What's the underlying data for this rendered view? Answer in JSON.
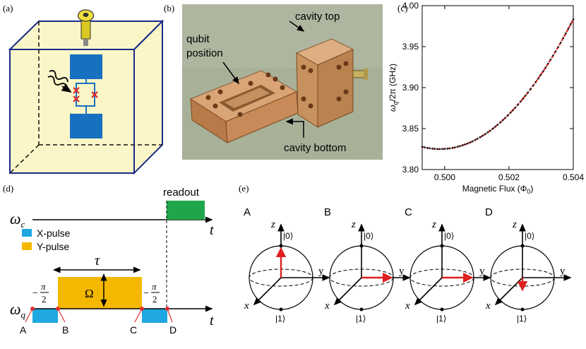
{
  "panels": {
    "a": {
      "label": "(a)"
    },
    "b": {
      "label": "(b)",
      "annotations": {
        "cavity_top": "cavity top",
        "qubit_line1": "qubit",
        "qubit_line2": "position",
        "cavity_bottom": "cavity bottom"
      }
    },
    "c": {
      "label": "(c)"
    },
    "d": {
      "label": "(d)",
      "readout": "readout",
      "omega_c": "ω",
      "omega_c_sub": "c",
      "omega_q": "ω",
      "omega_q_sub": "q",
      "t1": "t",
      "t2": "t",
      "tau": "τ",
      "Omega": "Ω",
      "legend_x": "X-pulse",
      "legend_y": "Y-pulse",
      "pi_left_sign": "−",
      "pi_left_num": "π",
      "pi_left_den": "2",
      "pi_right_sign": "−",
      "pi_right_num": "π",
      "pi_right_den": "2",
      "points": [
        "A",
        "B",
        "C",
        "D"
      ],
      "colors": {
        "x_pulse": "#1ea7e1",
        "y_pulse": "#f5b800",
        "readout": "#1fa64a",
        "marker": "#e03030"
      }
    },
    "e": {
      "label": "(e)",
      "spheres": [
        {
          "label": "A",
          "z": "z",
          "y": "y",
          "x": "x",
          "ket0": "|0⟩",
          "ket1": "|1⟩",
          "state": "up"
        },
        {
          "label": "B",
          "z": "z",
          "y": "y",
          "x": "x",
          "ket0": "|0⟩",
          "ket1": "|1⟩",
          "state": "y"
        },
        {
          "label": "C",
          "z": "z",
          "y": "y",
          "x": "x",
          "ket0": "|0⟩",
          "ket1": "|1⟩",
          "state": "y"
        },
        {
          "label": "D",
          "z": "z",
          "y": "y",
          "x": "x",
          "ket0": "|0⟩",
          "ket1": "|1⟩",
          "state": "down"
        }
      ]
    }
  },
  "chart_data": {
    "type": "line",
    "xlabel": "Magnetic Flux (Φ",
    "xlabel_sub": "0",
    "xlabel_end": ")",
    "ylabel": "ω",
    "ylabel_sub": "q",
    "ylabel_end": "/2π (GHz)",
    "xlim": [
      0.4993,
      0.504
    ],
    "ylim": [
      3.8,
      4.0
    ],
    "xticks": [
      0.5,
      0.502,
      0.504
    ],
    "xtick_labels": [
      "0.500",
      "0.502",
      "0.504"
    ],
    "yticks": [
      3.8,
      3.85,
      3.9,
      3.95,
      4.0
    ],
    "ytick_labels": [
      "3.80",
      "3.85",
      "3.90",
      "3.95",
      "4.00"
    ],
    "sweet_spot": 0.49985,
    "min_freq": 3.825,
    "curvature": 9200,
    "series": [
      {
        "style": "fit",
        "color": "#e02020"
      },
      {
        "style": "points",
        "color": "#222222"
      }
    ]
  }
}
